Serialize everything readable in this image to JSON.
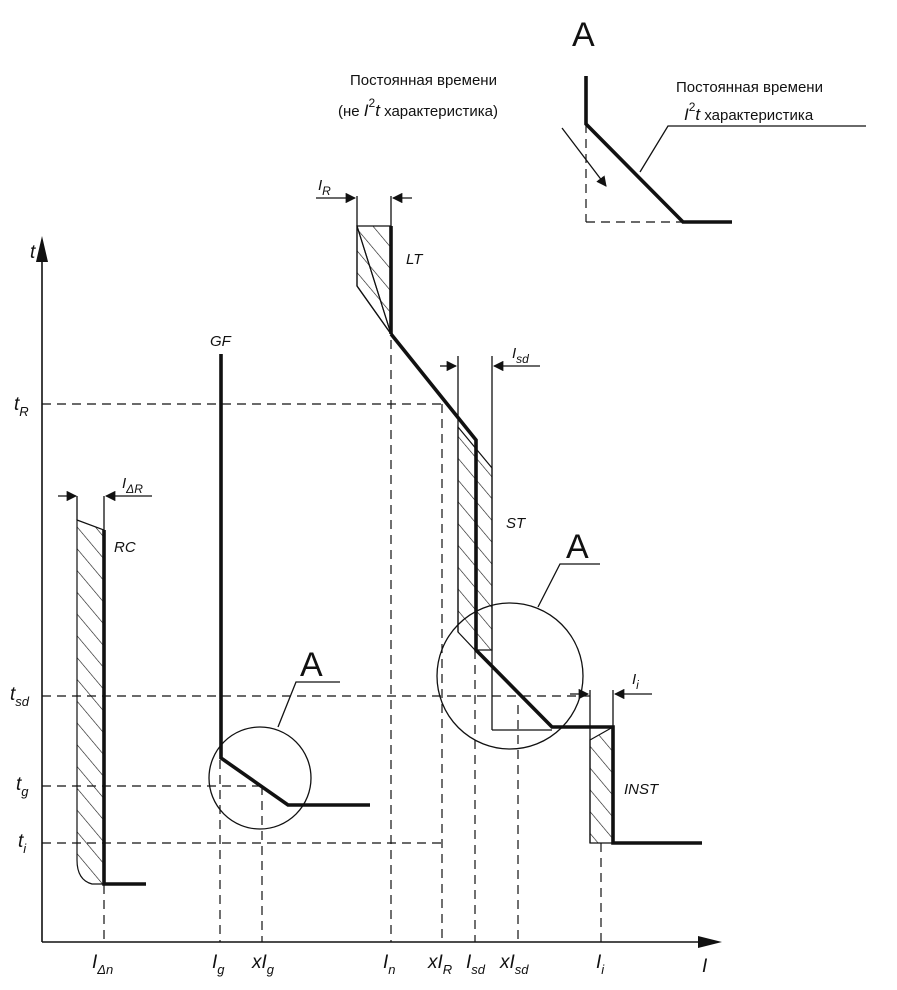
{
  "diagram": {
    "axes": {
      "y_label": "t",
      "x_label": "I"
    },
    "y_ticks": {
      "t_R": {
        "base": "t",
        "sub": "R"
      },
      "t_sd": {
        "base": "t",
        "sub": "sd"
      },
      "t_g": {
        "base": "t",
        "sub": "g"
      },
      "t_i": {
        "base": "t",
        "sub": "i"
      }
    },
    "x_ticks": {
      "I_dn": {
        "base": "I",
        "sub": "Δn"
      },
      "I_g": {
        "base": "I",
        "sub": "g"
      },
      "xI_g": {
        "base": "xI",
        "sub": "g"
      },
      "I_n": {
        "base": "I",
        "sub": "n"
      },
      "xI_R": {
        "base": "xI",
        "sub": "R"
      },
      "I_sd": {
        "base": "I",
        "sub": "sd"
      },
      "xI_sd": {
        "base": "xI",
        "sub": "sd"
      },
      "I_i": {
        "base": "I",
        "sub": "i"
      }
    },
    "curve_labels": {
      "rc": "RC",
      "gf": "GF",
      "lt": "LT",
      "st": "ST",
      "inst": "INST"
    },
    "band_labels": {
      "i_dr": {
        "base": "I",
        "sub": "ΔR"
      },
      "i_r": {
        "base": "I",
        "sub": "R"
      },
      "i_sd": {
        "base": "I",
        "sub": "sd"
      },
      "i_i": {
        "base": "I",
        "sub": "i"
      }
    },
    "detail_marker": "A",
    "inset": {
      "title": "A",
      "left_note_line1": "Постоянная времени",
      "left_note_line2_pre": "(не ",
      "left_note_line2_i": "I",
      "left_note_line2_sup": "2",
      "left_note_line2_t": "t",
      "left_note_line2_post": " характеристика)",
      "right_note_line1": "Постоянная времени",
      "right_note_line2_i": "I",
      "right_note_line2_sup": "2",
      "right_note_line2_t": "t",
      "right_note_line2_post": " характеристика"
    }
  }
}
